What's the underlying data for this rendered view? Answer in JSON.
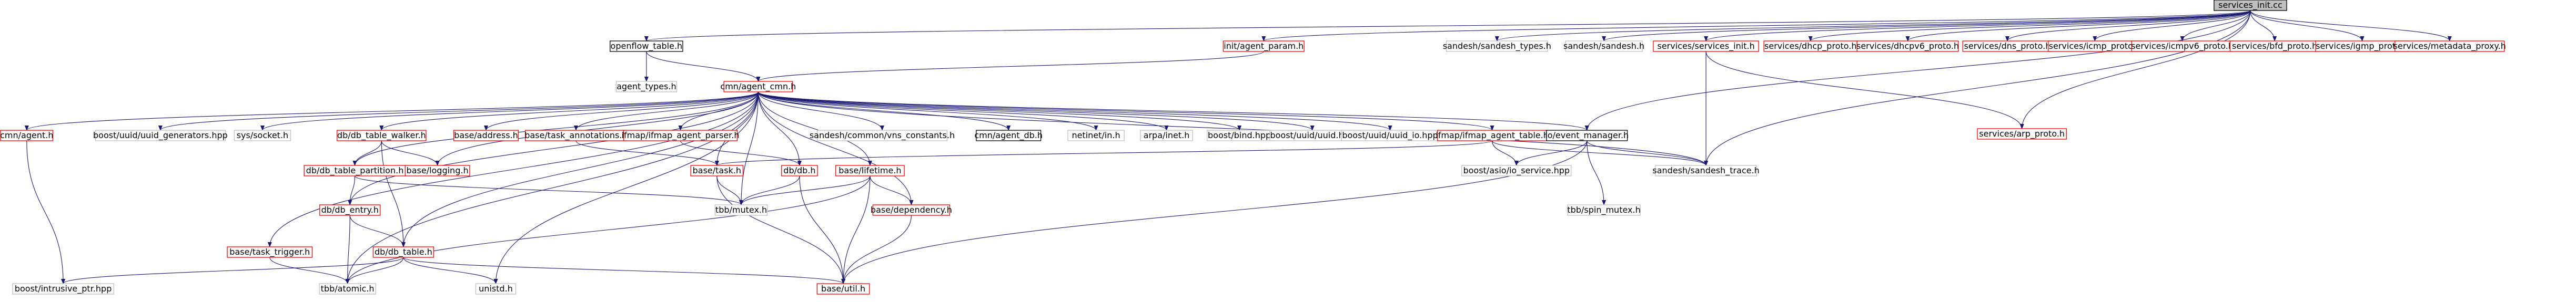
{
  "colors": {
    "root_fill": "#bfbfbf",
    "root_border": "#000000",
    "documented_border": "#000000",
    "undocumented_border": "#bfbfbf",
    "missing_border": "#ff0000",
    "edge": "#191970"
  },
  "nodes": [
    {
      "id": "root",
      "label": "services_init.cc",
      "style": "root"
    },
    {
      "id": "openflow",
      "label": "openflow_table.h",
      "style": "documented"
    },
    {
      "id": "init_param",
      "label": "init/agent_param.h",
      "style": "missing"
    },
    {
      "id": "sandesh_types",
      "label": "sandesh/sandesh_types.h",
      "style": "undocumented"
    },
    {
      "id": "sandesh_h",
      "label": "sandesh/sandesh.h",
      "style": "undocumented"
    },
    {
      "id": "services_init_h",
      "label": "services/services_init.h",
      "style": "missing"
    },
    {
      "id": "dhcp_proto",
      "label": "services/dhcp_proto.h",
      "style": "missing"
    },
    {
      "id": "dhcpv6_proto",
      "label": "services/dhcpv6_proto.h",
      "style": "missing"
    },
    {
      "id": "dns_proto",
      "label": "services/dns_proto.h",
      "style": "missing"
    },
    {
      "id": "icmp_proto",
      "label": "services/icmp_proto.h",
      "style": "missing"
    },
    {
      "id": "icmpv6_proto",
      "label": "services/icmpv6_proto.h",
      "style": "missing"
    },
    {
      "id": "bfd_proto",
      "label": "services/bfd_proto.h",
      "style": "missing"
    },
    {
      "id": "igmp_proto",
      "label": "services/igmp_proto.h",
      "style": "missing"
    },
    {
      "id": "metadata_proxy",
      "label": "services/metadata_proxy.h",
      "style": "missing"
    },
    {
      "id": "agent_types",
      "label": "agent_types.h",
      "style": "undocumented"
    },
    {
      "id": "cmn_agent_cmn",
      "label": "cmn/agent_cmn.h",
      "style": "missing"
    },
    {
      "id": "arp_proto",
      "label": "services/arp_proto.h",
      "style": "missing"
    },
    {
      "id": "cmn_agent",
      "label": "cmn/agent.h",
      "style": "missing"
    },
    {
      "id": "uuid_gen",
      "label": "boost/uuid/uuid_generators.hpp",
      "style": "undocumented"
    },
    {
      "id": "sys_socket",
      "label": "sys/socket.h",
      "style": "undocumented"
    },
    {
      "id": "db_table_walker",
      "label": "db/db_table_walker.h",
      "style": "missing"
    },
    {
      "id": "base_address",
      "label": "base/address.h",
      "style": "missing"
    },
    {
      "id": "task_annotations",
      "label": "base/task_annotations.h",
      "style": "missing"
    },
    {
      "id": "ifmap_agent_parser",
      "label": "ifmap/ifmap_agent_parser.h",
      "style": "missing"
    },
    {
      "id": "vns_constants",
      "label": "sandesh/common/vns_constants.h",
      "style": "undocumented"
    },
    {
      "id": "cmn_agent_db",
      "label": "cmn/agent_db.h",
      "style": "documented"
    },
    {
      "id": "netinet_in",
      "label": "netinet/in.h",
      "style": "undocumented"
    },
    {
      "id": "arpa_inet",
      "label": "arpa/inet.h",
      "style": "undocumented"
    },
    {
      "id": "boost_bind",
      "label": "boost/bind.hpp",
      "style": "undocumented"
    },
    {
      "id": "uuid_hpp",
      "label": "boost/uuid/uuid.hpp",
      "style": "undocumented"
    },
    {
      "id": "uuid_io",
      "label": "boost/uuid/uuid_io.hpp",
      "style": "undocumented"
    },
    {
      "id": "ifmap_agent_table",
      "label": "ifmap/ifmap_agent_table.h",
      "style": "missing"
    },
    {
      "id": "io_event_manager",
      "label": "io/event_manager.h",
      "style": "documented"
    },
    {
      "id": "db_table_partition",
      "label": "db/db_table_partition.h",
      "style": "missing"
    },
    {
      "id": "base_logging",
      "label": "base/logging.h",
      "style": "missing"
    },
    {
      "id": "base_task",
      "label": "base/task.h",
      "style": "missing"
    },
    {
      "id": "db_db",
      "label": "db/db.h",
      "style": "missing"
    },
    {
      "id": "base_lifetime",
      "label": "base/lifetime.h",
      "style": "missing"
    },
    {
      "id": "asio_io_service",
      "label": "boost/asio/io_service.hpp",
      "style": "undocumented"
    },
    {
      "id": "sandesh_trace",
      "label": "sandesh/sandesh_trace.h",
      "style": "undocumented"
    },
    {
      "id": "db_entry",
      "label": "db/db_entry.h",
      "style": "missing"
    },
    {
      "id": "tbb_mutex",
      "label": "tbb/mutex.h",
      "style": "undocumented"
    },
    {
      "id": "base_dependency",
      "label": "base/dependency.h",
      "style": "missing"
    },
    {
      "id": "tbb_spin_mutex",
      "label": "tbb/spin_mutex.h",
      "style": "undocumented"
    },
    {
      "id": "task_trigger",
      "label": "base/task_trigger.h",
      "style": "missing"
    },
    {
      "id": "db_table",
      "label": "db/db_table.h",
      "style": "missing"
    },
    {
      "id": "intrusive_ptr",
      "label": "boost/intrusive_ptr.hpp",
      "style": "undocumented"
    },
    {
      "id": "tbb_atomic",
      "label": "tbb/atomic.h",
      "style": "undocumented"
    },
    {
      "id": "unistd",
      "label": "unistd.h",
      "style": "undocumented"
    },
    {
      "id": "base_util",
      "label": "base/util.h",
      "style": "missing"
    }
  ],
  "edges": [
    [
      "root",
      "openflow"
    ],
    [
      "root",
      "init_param"
    ],
    [
      "root",
      "sandesh_types"
    ],
    [
      "root",
      "sandesh_h"
    ],
    [
      "root",
      "services_init_h"
    ],
    [
      "root",
      "dhcp_proto"
    ],
    [
      "root",
      "dhcpv6_proto"
    ],
    [
      "root",
      "dns_proto"
    ],
    [
      "root",
      "icmp_proto"
    ],
    [
      "root",
      "icmpv6_proto"
    ],
    [
      "root",
      "bfd_proto"
    ],
    [
      "root",
      "igmp_proto"
    ],
    [
      "root",
      "metadata_proxy"
    ],
    [
      "root",
      "arp_proto"
    ],
    [
      "root",
      "io_event_manager"
    ],
    [
      "root",
      "sandesh_trace"
    ],
    [
      "openflow",
      "agent_types"
    ],
    [
      "openflow",
      "cmn_agent_cmn"
    ],
    [
      "init_param",
      "cmn_agent_cmn"
    ],
    [
      "services_init_h",
      "arp_proto"
    ],
    [
      "services_init_h",
      "sandesh_trace"
    ],
    [
      "cmn_agent_cmn",
      "cmn_agent"
    ],
    [
      "cmn_agent_cmn",
      "uuid_gen"
    ],
    [
      "cmn_agent_cmn",
      "sys_socket"
    ],
    [
      "cmn_agent_cmn",
      "db_table_walker"
    ],
    [
      "cmn_agent_cmn",
      "base_address"
    ],
    [
      "cmn_agent_cmn",
      "task_annotations"
    ],
    [
      "cmn_agent_cmn",
      "ifmap_agent_parser"
    ],
    [
      "cmn_agent_cmn",
      "vns_constants"
    ],
    [
      "cmn_agent_cmn",
      "cmn_agent_db"
    ],
    [
      "cmn_agent_cmn",
      "netinet_in"
    ],
    [
      "cmn_agent_cmn",
      "arpa_inet"
    ],
    [
      "cmn_agent_cmn",
      "boost_bind"
    ],
    [
      "cmn_agent_cmn",
      "uuid_hpp"
    ],
    [
      "cmn_agent_cmn",
      "uuid_io"
    ],
    [
      "cmn_agent_cmn",
      "ifmap_agent_table"
    ],
    [
      "cmn_agent_cmn",
      "io_event_manager"
    ],
    [
      "cmn_agent_cmn",
      "sandesh_trace"
    ],
    [
      "cmn_agent_cmn",
      "db_table_partition"
    ],
    [
      "cmn_agent_cmn",
      "base_logging"
    ],
    [
      "cmn_agent_cmn",
      "base_task"
    ],
    [
      "cmn_agent_cmn",
      "db_db"
    ],
    [
      "cmn_agent_cmn",
      "base_lifetime"
    ],
    [
      "cmn_agent_cmn",
      "db_entry"
    ],
    [
      "cmn_agent_cmn",
      "tbb_mutex"
    ],
    [
      "cmn_agent_cmn",
      "task_trigger"
    ],
    [
      "cmn_agent_cmn",
      "db_table"
    ],
    [
      "cmn_agent_cmn",
      "tbb_atomic"
    ],
    [
      "cmn_agent_cmn",
      "unistd"
    ],
    [
      "cmn_agent_cmn",
      "base_dependency"
    ],
    [
      "cmn_agent",
      "intrusive_ptr"
    ],
    [
      "db_table_walker",
      "db_table_partition"
    ],
    [
      "db_table_walker",
      "base_logging"
    ],
    [
      "db_table_walker",
      "db_table"
    ],
    [
      "task_annotations",
      "base_task"
    ],
    [
      "ifmap_agent_parser",
      "db_db"
    ],
    [
      "ifmap_agent_table",
      "base_task"
    ],
    [
      "ifmap_agent_table",
      "asio_io_service"
    ],
    [
      "ifmap_agent_table",
      "sandesh_trace"
    ],
    [
      "io_event_manager",
      "asio_io_service"
    ],
    [
      "io_event_manager",
      "tbb_spin_mutex"
    ],
    [
      "io_event_manager",
      "sandesh_trace"
    ],
    [
      "io_event_manager",
      "base_util"
    ],
    [
      "db_table_partition",
      "db_entry"
    ],
    [
      "db_table_partition",
      "tbb_mutex"
    ],
    [
      "base_task",
      "tbb_mutex"
    ],
    [
      "base_task",
      "base_util"
    ],
    [
      "db_db",
      "tbb_mutex"
    ],
    [
      "db_db",
      "base_util"
    ],
    [
      "base_lifetime",
      "tbb_mutex"
    ],
    [
      "base_lifetime",
      "base_dependency"
    ],
    [
      "base_lifetime",
      "tbb_atomic"
    ],
    [
      "base_lifetime",
      "base_util"
    ],
    [
      "db_entry",
      "db_table"
    ],
    [
      "db_entry",
      "tbb_atomic"
    ],
    [
      "base_dependency",
      "base_util"
    ],
    [
      "task_trigger",
      "tbb_atomic"
    ],
    [
      "db_table",
      "intrusive_ptr"
    ],
    [
      "db_table",
      "tbb_atomic"
    ],
    [
      "db_table",
      "unistd"
    ],
    [
      "db_table",
      "base_util"
    ]
  ]
}
